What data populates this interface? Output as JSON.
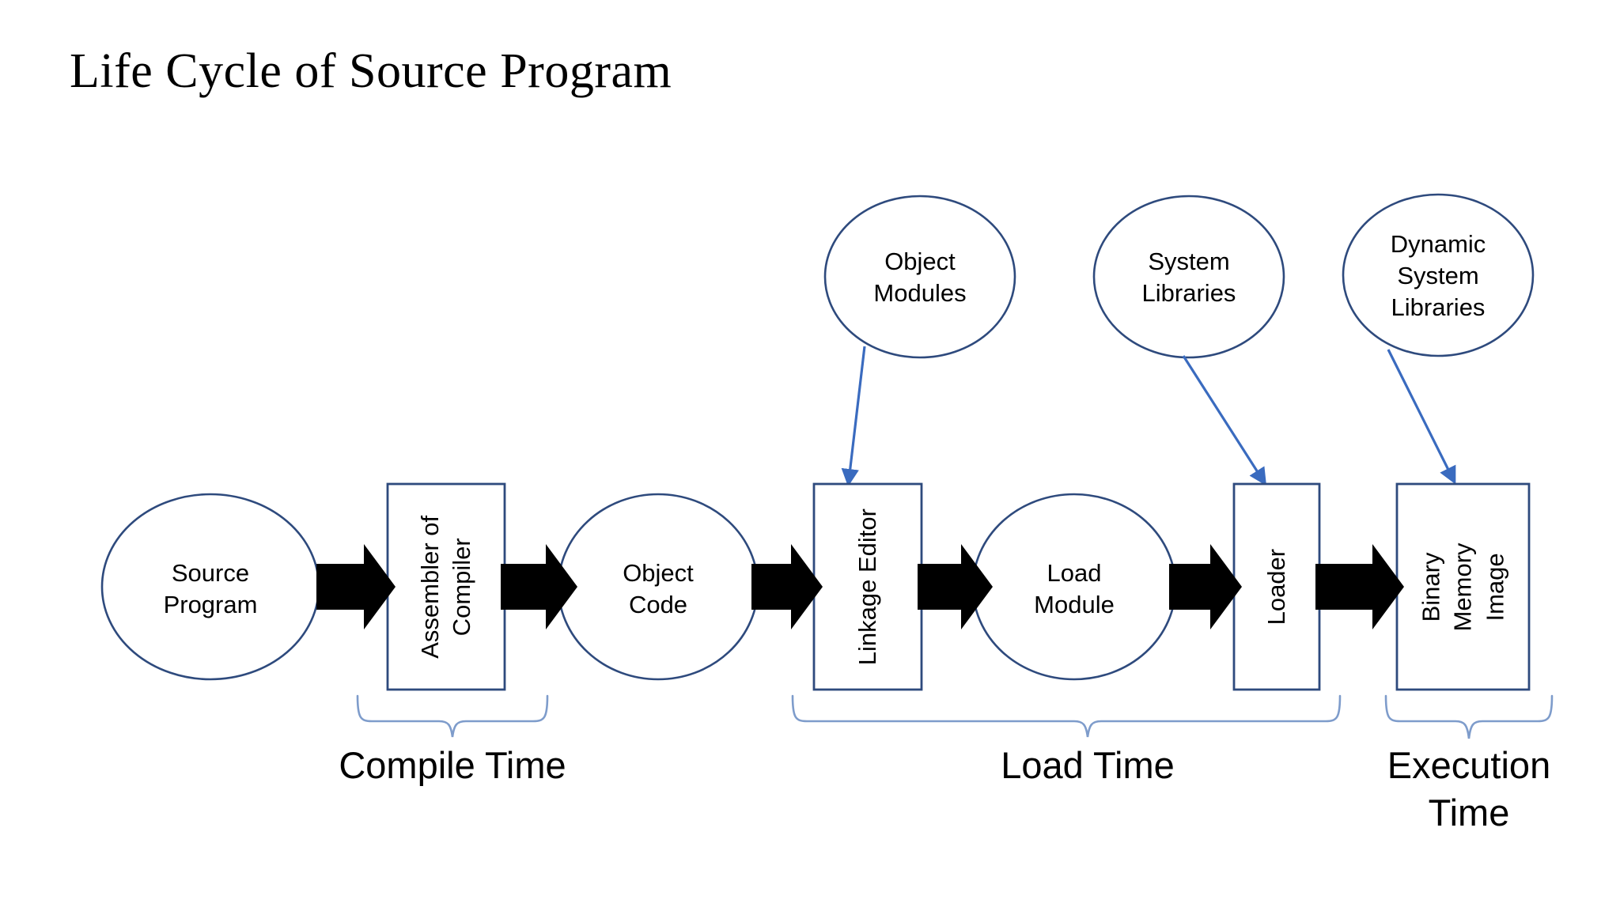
{
  "slide": {
    "title": "Life Cycle of Source Program",
    "background": "#FFFFFF"
  },
  "colors": {
    "shape_outline": "#2E4A7D",
    "connector_arrow": "#3A6BBF",
    "brace": "#7E9CCB",
    "block_arrow": "#000000",
    "text": "#000000"
  },
  "pipeline": {
    "nodes": [
      {
        "id": "source-program",
        "shape": "circle",
        "lines": [
          "Source",
          "Program"
        ]
      },
      {
        "id": "assembler-or-compiler",
        "shape": "rect",
        "rotated": true,
        "lines": [
          "Assembler of",
          "Compiler"
        ]
      },
      {
        "id": "object-code",
        "shape": "circle",
        "lines": [
          "Object",
          "Code"
        ]
      },
      {
        "id": "linkage-editor",
        "shape": "rect",
        "rotated": true,
        "lines": [
          "Linkage Editor"
        ]
      },
      {
        "id": "load-module",
        "shape": "circle",
        "lines": [
          "Load",
          "Module"
        ]
      },
      {
        "id": "loader",
        "shape": "rect",
        "rotated": true,
        "lines": [
          "Loader"
        ]
      },
      {
        "id": "binary-memory-image",
        "shape": "rect",
        "rotated": true,
        "lines": [
          "Binary",
          "Memory",
          "Image"
        ]
      }
    ]
  },
  "inputs": [
    {
      "id": "object-modules",
      "lines": [
        "Object",
        "Modules"
      ],
      "target": "linkage-editor"
    },
    {
      "id": "system-libraries",
      "lines": [
        "System",
        "Libraries"
      ],
      "target": "loader"
    },
    {
      "id": "dynamic-system-libraries",
      "lines": [
        "Dynamic",
        "System",
        "Libraries"
      ],
      "target": "binary-memory-image"
    }
  ],
  "phases": [
    {
      "id": "compile-time",
      "lines": [
        "Compile Time"
      ]
    },
    {
      "id": "load-time",
      "lines": [
        "Load Time"
      ]
    },
    {
      "id": "execution-time",
      "lines": [
        "Execution",
        "Time"
      ]
    }
  ]
}
